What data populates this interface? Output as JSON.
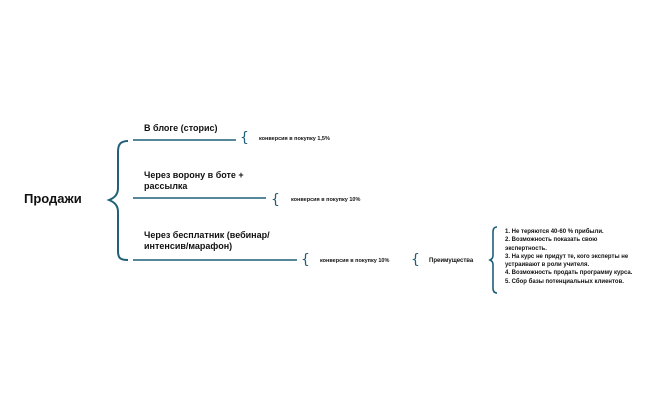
{
  "root": {
    "title": "Продажи"
  },
  "branches": [
    {
      "label_lines": [
        "В блоге (сторис)"
      ],
      "conversion": "конверсия в покупку 1,5%"
    },
    {
      "label_lines": [
        "Через ворону в боте +",
        "рассылка"
      ],
      "conversion": "конверсия в покупку 10%"
    },
    {
      "label_lines": [
        "Через   бесплатник (вебинар/",
        "интенсив/марафон)"
      ],
      "conversion": "конверсия в покупку 10%"
    }
  ],
  "advantages": {
    "label": "Преимущества",
    "items": [
      "1. Не теряются 40-60 % прибыли.",
      "2. Возможность показать свою",
      "экспертность.",
      "3. На курс не придут те, кого эксперты не",
      "устраивают в роли учителя.",
      "4. Возможность продать программу курса.",
      "5. Сбор базы потенциальных клиентов."
    ]
  },
  "colors": {
    "line": "#1f5f78",
    "text": "#111111"
  }
}
